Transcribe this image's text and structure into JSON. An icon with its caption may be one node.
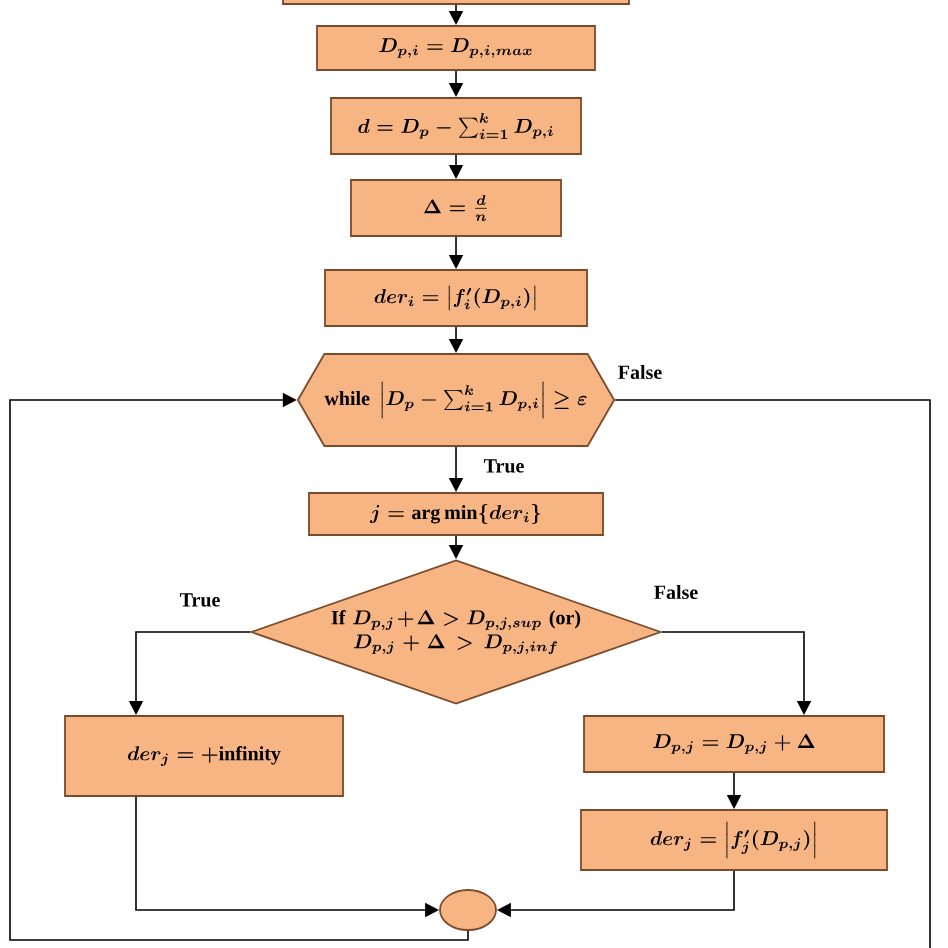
{
  "diagram": {
    "nodes": [
      {
        "text": [],
        "shape": "box"
      },
      {
        "text": [
          "D_{p,i} = D_{p,i,max}"
        ]
      },
      {
        "text": [
          "d = D_p - \\sum_{i=1}^{k} D_{p,i}"
        ]
      },
      {
        "text": [
          "\\Delta = \\frac{d}{n}"
        ]
      },
      {
        "text": [
          "der_i = \\left| f'_i(D_{p,i}) \\right|"
        ]
      },
      {
        "text": [
          "\\text{while } \\left| D_p - \\sum_{i=1}^{k} D_{p,i} \\right| \\geq \\varepsilon"
        ]
      },
      {
        "text": [
          "j = \\arg\\min\\{der_i\\}"
        ]
      },
      {
        "text": [
          "\\text{If } D_{p,j} + \\Delta > D_{p,j,sup} \\text{ (or)}\\allowbreak\\ D_{p,j} + \\Delta > D_{p,j,inf}"
        ]
      },
      {
        "text": [
          "der_j = +\\text{infinity}"
        ]
      },
      {
        "text": [
          "D_{p,j} = D_{p,j} + \\Delta"
        ]
      },
      {
        "text": [
          "der_j = \\left| f'_j(D_{p,j}) \\right|"
        ]
      },
      {
        "text": [],
        "shape": "circle"
      }
    ],
    "edges": [
      {
        "from": 0,
        "to": 1,
        "arrow": "to"
      },
      {
        "from": 1,
        "to": 2,
        "arrow": "to"
      },
      {
        "from": 2,
        "to": 3,
        "arrow": "to"
      },
      {
        "from": 3,
        "to": 4,
        "arrow": "to"
      },
      {
        "from": 4,
        "to": 5,
        "arrow": "to"
      },
      {
        "from": 5,
        "to": 6,
        "arrow": "to",
        "label": "True"
      },
      {
        "from": 6,
        "to": 7,
        "arrow": "to"
      },
      {
        "from": 7,
        "to": 8,
        "arrow": "to",
        "label": "True"
      },
      {
        "from": 7,
        "to": 9,
        "arrow": "to",
        "label": "False"
      },
      {
        "from": 9,
        "to": 10,
        "arrow": "to"
      },
      {
        "from": 8,
        "to": 11,
        "arrow": "to"
      },
      {
        "from": 10,
        "to": 11,
        "arrow": "to"
      },
      {
        "from": 11,
        "to": 5,
        "arrow": "to"
      },
      {
        "from": 5,
        "to": null,
        "arrow": "none",
        "label": "False"
      }
    ]
  }
}
